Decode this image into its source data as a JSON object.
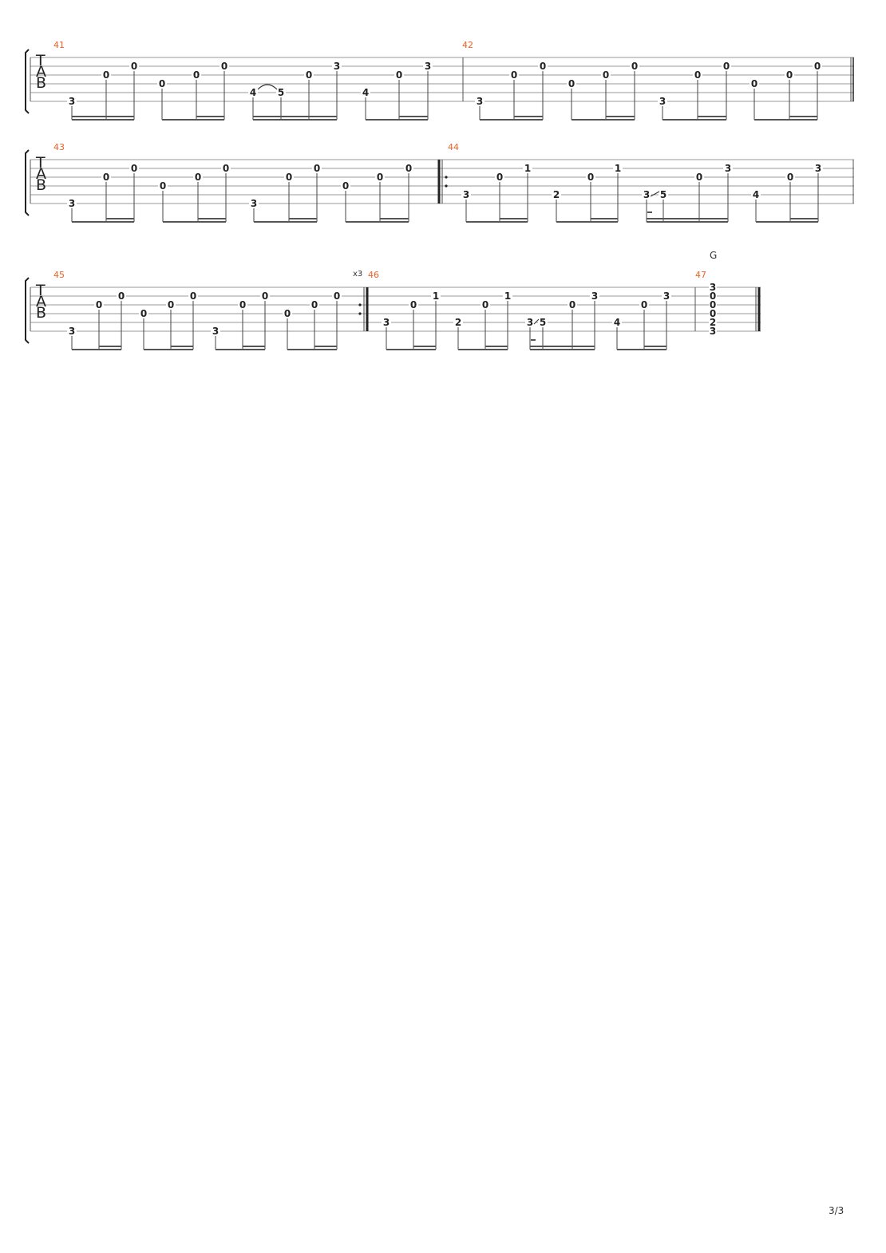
{
  "page_number": "3/3",
  "tab_letters": [
    "T",
    "A",
    "B"
  ],
  "systems": [
    {
      "measures": [
        {
          "number": "41",
          "notes": [
            [
              "3",
              "B"
            ],
            [
              "0",
              "3"
            ],
            [
              "0",
              "2"
            ],
            [
              "0",
              "4"
            ],
            [
              "0",
              "3"
            ],
            [
              "0",
              "2"
            ],
            [
              "4",
              "5"
            ],
            [
              "5",
              "5"
            ],
            [
              "0",
              "3"
            ],
            [
              "3",
              "2"
            ],
            [
              "4",
              "5"
            ],
            [
              "0",
              "3"
            ],
            [
              "3",
              "2"
            ]
          ],
          "beams": [
            [
              [
                0,
                1,
                2
              ],
              [
                "0-1",
                "1-2"
              ]
            ],
            [
              [
                3,
                4,
                5
              ],
              [
                "4-5"
              ]
            ],
            [
              [
                6,
                7,
                8,
                9
              ],
              [
                "6-9"
              ]
            ],
            [
              [
                10,
                11,
                12
              ],
              [
                "11-12"
              ]
            ]
          ],
          "ties": [
            [
              6,
              7
            ]
          ]
        },
        {
          "number": "42",
          "notes": [
            [
              "3",
              "B"
            ],
            [
              "0",
              "3"
            ],
            [
              "0",
              "2"
            ],
            [
              "0",
              "4"
            ],
            [
              "0",
              "3"
            ],
            [
              "0",
              "2"
            ],
            [
              "3",
              "B"
            ],
            [
              "0",
              "3"
            ],
            [
              "0",
              "2"
            ],
            [
              "0",
              "4"
            ],
            [
              "0",
              "3"
            ],
            [
              "0",
              "2"
            ]
          ],
          "beams": [
            [
              [
                0,
                1,
                2
              ],
              [
                "1-2"
              ]
            ],
            [
              [
                3,
                4,
                5
              ],
              [
                "4-5"
              ]
            ],
            [
              [
                6,
                7,
                8
              ],
              [
                "7-8"
              ]
            ],
            [
              [
                9,
                10,
                11
              ],
              [
                "10-11"
              ]
            ]
          ]
        }
      ]
    },
    {
      "measures": [
        {
          "number": "43",
          "notes": [
            [
              "3",
              "B"
            ],
            [
              "0",
              "3"
            ],
            [
              "0",
              "2"
            ],
            [
              "0",
              "4"
            ],
            [
              "0",
              "3"
            ],
            [
              "0",
              "2"
            ],
            [
              "3",
              "B"
            ],
            [
              "0",
              "3"
            ],
            [
              "0",
              "2"
            ],
            [
              "0",
              "4"
            ],
            [
              "0",
              "3"
            ],
            [
              "0",
              "2"
            ]
          ],
          "beams": [
            [
              [
                0,
                1,
                2
              ],
              [
                "1-2"
              ]
            ],
            [
              [
                3,
                4,
                5
              ],
              [
                "4-5"
              ]
            ],
            [
              [
                6,
                7,
                8
              ],
              [
                "7-8"
              ]
            ],
            [
              [
                9,
                10,
                11
              ],
              [
                "10-11"
              ]
            ]
          ],
          "end_barline": "repeat-start"
        },
        {
          "number": "44",
          "notes": [
            [
              "3",
              "5"
            ],
            [
              "0",
              "3"
            ],
            [
              "1",
              "2"
            ],
            [
              "2",
              "5"
            ],
            [
              "0",
              "3"
            ],
            [
              "1",
              "2"
            ],
            [
              "3",
              "5"
            ],
            [
              "5",
              "5"
            ],
            [
              "0",
              "3"
            ],
            [
              "3",
              "2"
            ],
            [
              "4",
              "5"
            ],
            [
              "0",
              "3"
            ],
            [
              "3",
              "2"
            ]
          ],
          "beams": [
            [
              [
                0,
                1,
                2
              ],
              [
                "1-2"
              ]
            ],
            [
              [
                3,
                4,
                5
              ],
              [
                "4-5"
              ]
            ],
            [
              [
                6,
                7,
                8,
                9
              ],
              [
                "6-9"
              ]
            ],
            [
              [
                10,
                11,
                12
              ],
              [
                "11-12"
              ]
            ]
          ],
          "slides": [
            [
              6,
              7
            ]
          ],
          "grace": [
            6
          ]
        }
      ]
    },
    {
      "measures": [
        {
          "number": "45",
          "notes": [
            [
              "3",
              "B"
            ],
            [
              "0",
              "3"
            ],
            [
              "0",
              "2"
            ],
            [
              "0",
              "4"
            ],
            [
              "0",
              "3"
            ],
            [
              "0",
              "2"
            ],
            [
              "3",
              "B"
            ],
            [
              "0",
              "3"
            ],
            [
              "0",
              "2"
            ],
            [
              "0",
              "4"
            ],
            [
              "0",
              "3"
            ],
            [
              "0",
              "2"
            ]
          ],
          "beams": [
            [
              [
                0,
                1,
                2
              ],
              [
                "1-2"
              ]
            ],
            [
              [
                3,
                4,
                5
              ],
              [
                "4-5"
              ]
            ],
            [
              [
                6,
                7,
                8
              ],
              [
                "7-8"
              ]
            ],
            [
              [
                9,
                10,
                11
              ],
              [
                "10-11"
              ]
            ]
          ],
          "end_barline": "repeat-end",
          "repeat_count": "x3"
        },
        {
          "number": "46",
          "notes": [
            [
              "3",
              "5"
            ],
            [
              "0",
              "3"
            ],
            [
              "1",
              "2"
            ],
            [
              "2",
              "5"
            ],
            [
              "0",
              "3"
            ],
            [
              "1",
              "2"
            ],
            [
              "3",
              "5"
            ],
            [
              "5",
              "5"
            ],
            [
              "0",
              "3"
            ],
            [
              "3",
              "2"
            ],
            [
              "4",
              "5"
            ],
            [
              "0",
              "3"
            ],
            [
              "3",
              "2"
            ]
          ],
          "beams": [
            [
              [
                0,
                1,
                2
              ],
              [
                "1-2"
              ]
            ],
            [
              [
                3,
                4,
                5
              ],
              [
                "4-5"
              ]
            ],
            [
              [
                6,
                7,
                8,
                9
              ],
              [
                "6-9"
              ]
            ],
            [
              [
                10,
                11,
                12
              ],
              [
                "11-12"
              ]
            ]
          ],
          "slides": [
            [
              6,
              7
            ]
          ],
          "grace": [
            6
          ]
        },
        {
          "number": "47",
          "chord_name": "G",
          "chord_frets": [
            "3",
            "0",
            "0",
            "0",
            "2",
            "3"
          ],
          "end_barline": "final"
        }
      ]
    }
  ]
}
